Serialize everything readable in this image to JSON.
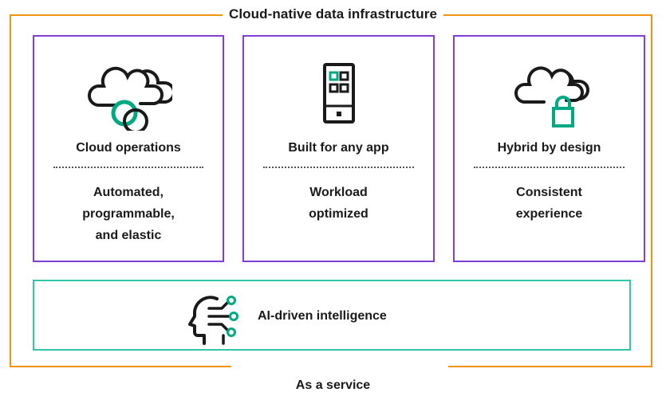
{
  "title": "Cloud-native data infrastructure",
  "footer": "As a service",
  "colors": {
    "frame": "#f0930f",
    "card_border": "#7d3fd6",
    "ai_border": "#2fc6a9",
    "accent": "#01a982",
    "icon_stroke": "#1a1a1a"
  },
  "cards": [
    {
      "icon": "cloud-link-icon",
      "title": "Cloud operations",
      "body_lines": [
        "Automated,",
        "programmable,",
        "and elastic"
      ]
    },
    {
      "icon": "mobile-app-icon",
      "title": "Built for any app",
      "body_lines": [
        "Workload",
        "optimized"
      ]
    },
    {
      "icon": "cloud-lock-icon",
      "title": "Hybrid by design",
      "body_lines": [
        "Consistent",
        "experience"
      ]
    }
  ],
  "ai": {
    "icon": "ai-head-icon",
    "label": "AI-driven intelligence"
  }
}
